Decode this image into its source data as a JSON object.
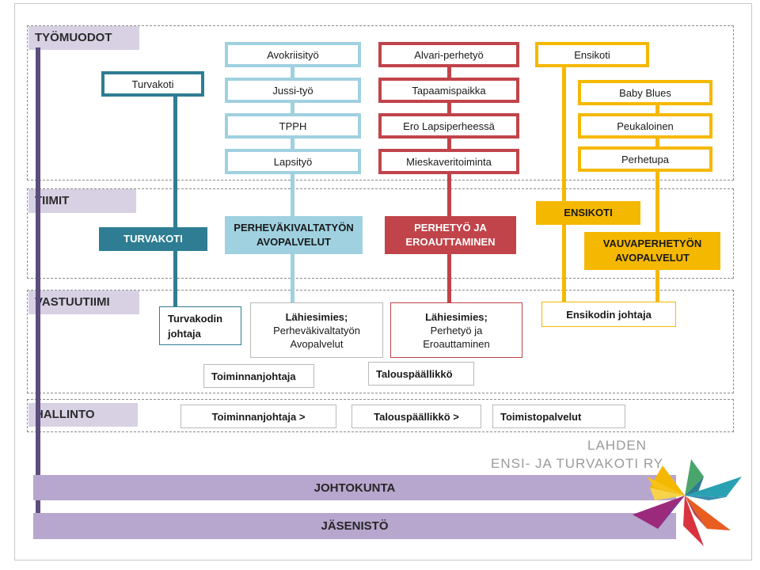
{
  "sections": {
    "tyomuodot": "TYÖMUODOT",
    "tiimit": "TIIMIT",
    "vastuutiimi": "VASTUUTIIMI",
    "hallinto": "HALLINTO"
  },
  "colors": {
    "teal": "#2e7d93",
    "light_blue": "#9fd1e0",
    "red": "#c0444a",
    "yellow": "#f5b800",
    "purple_bar": "#b7a6cd",
    "purple_line": "#5c4d7d"
  },
  "tyomuodot": {
    "turvakoti": [
      "Turvakoti"
    ],
    "avopalvelut": [
      "Avokriisityö",
      "Jussi-työ",
      "TPPH",
      "Lapsityö"
    ],
    "perhetyo": [
      "Alvari-perhetyö",
      "Tapaamispaikka",
      "Ero Lapsiperheessä",
      "Mieskaveritoiminta"
    ],
    "ensikoti": [
      "Ensikoti"
    ],
    "vauvaperhetyo": [
      "Baby Blues",
      "Peukaloinen",
      "Perhetupa"
    ]
  },
  "tiimit": {
    "turvakoti": "TURVAKOTI",
    "avopalvelut": "PERHEVÄKIVALTATYÖN AVOPALVELUT",
    "perhetyo": "PERHETYÖ JA EROAUTTAMINEN",
    "ensikoti": "ENSIKOTI",
    "vauvaperhetyo": "VAUVAPERHETYÖN AVOPALVELUT"
  },
  "vastuutiimi": {
    "turvakoti_johtaja": "Turvakodin johtaja",
    "avo_title": "Lähiesimies;",
    "avo_sub": "Perheväkivaltatyön Avopalvelut",
    "perhe_title": "Lähiesimies;",
    "perhe_sub": "Perhetyö ja Eroauttaminen",
    "ensikoti_johtaja": "Ensikodin johtaja",
    "toiminnanjohtaja": "Toiminnanjohtaja",
    "talouspaallikko": "Talouspäällikkö"
  },
  "hallinto": {
    "toiminnanjohtaja": "Toiminnanjohtaja >",
    "talouspaallikko": "Talouspäällikkö >",
    "toimistopalvelut": "Toimistopalvelut"
  },
  "bars": {
    "johtokunta": "JOHTOKUNTA",
    "jasenisto": "JÄSENISTÖ"
  },
  "logo": {
    "line1": "LAHDEN",
    "line2": "ENSI- JA TURVAKOTI RY"
  }
}
